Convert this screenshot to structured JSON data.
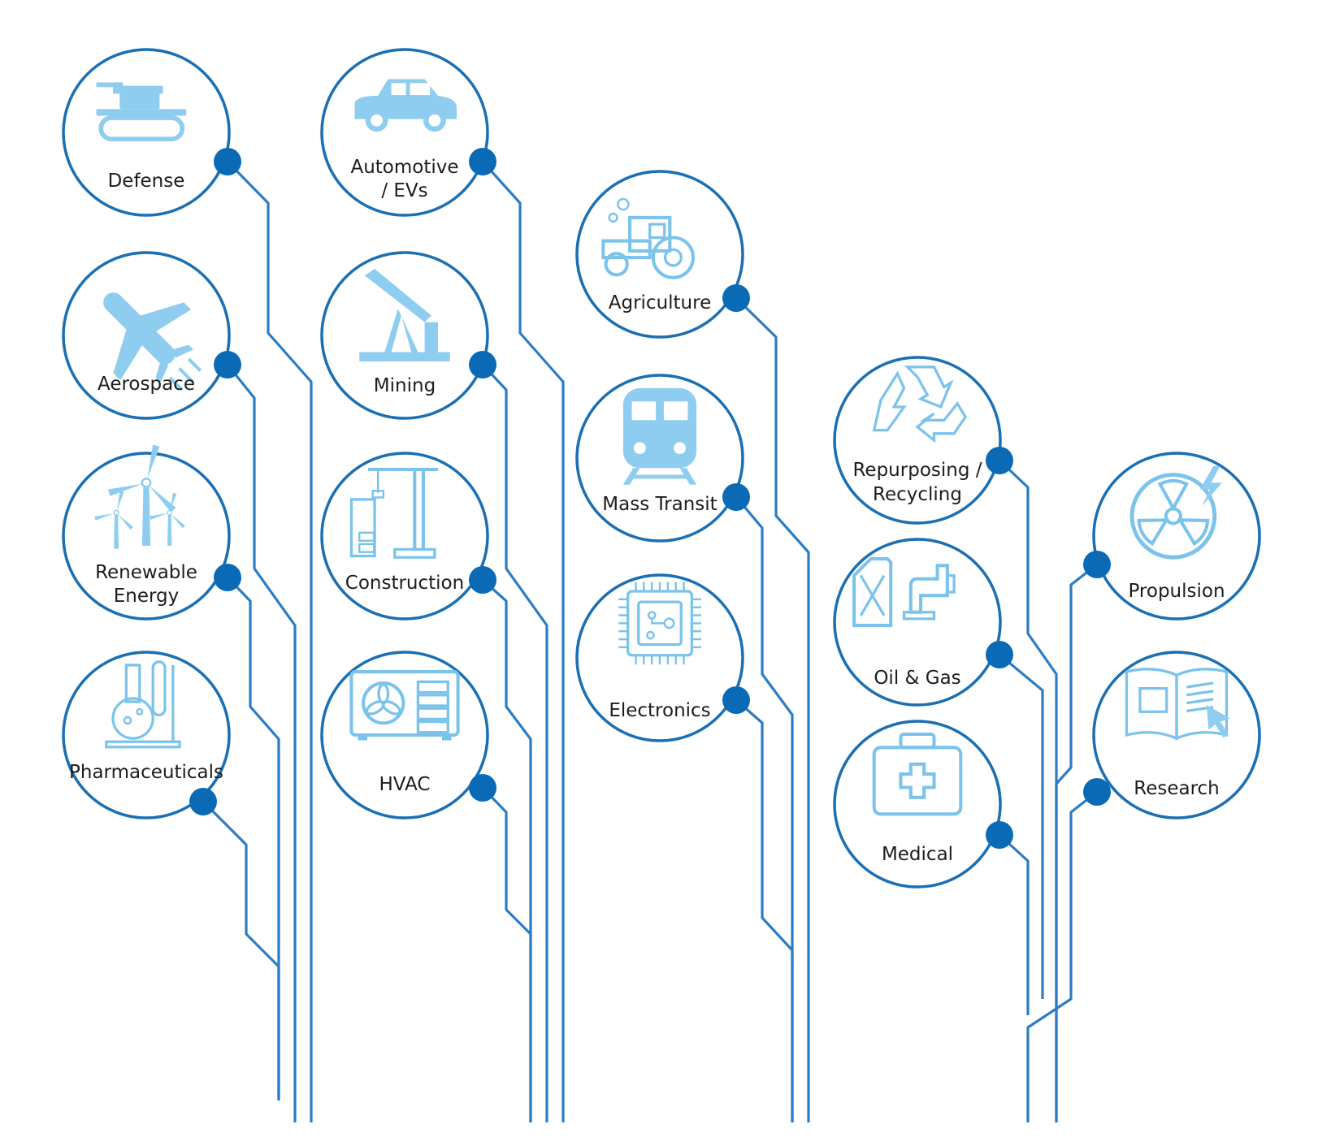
{
  "colors": {
    "ring": "#1b6fb3",
    "dot": "#0a6ab6",
    "trace": "#2b7cc4",
    "icon": "#8fcdf0",
    "icon_stroke": "#7cc3ec",
    "text": "#1d1d1b"
  },
  "nodes": [
    {
      "id": "defense",
      "icon": "tank-icon",
      "lines": [
        "Defense"
      ]
    },
    {
      "id": "aerospace",
      "icon": "airplane-icon",
      "lines": [
        "Aerospace"
      ]
    },
    {
      "id": "renewable-energy",
      "icon": "wind-turbine-icon",
      "lines": [
        "Renewable",
        "Energy"
      ]
    },
    {
      "id": "pharmaceuticals",
      "icon": "lab-flask-icon",
      "lines": [
        "Pharmaceuticals"
      ]
    },
    {
      "id": "automotive-evs",
      "icon": "car-icon",
      "lines": [
        "Automotive",
        "/ EVs"
      ]
    },
    {
      "id": "mining",
      "icon": "oil-pump-icon",
      "lines": [
        "Mining"
      ]
    },
    {
      "id": "construction",
      "icon": "crane-icon",
      "lines": [
        "Construction"
      ]
    },
    {
      "id": "hvac",
      "icon": "air-conditioner-icon",
      "lines": [
        "HVAC"
      ]
    },
    {
      "id": "agriculture",
      "icon": "tractor-icon",
      "lines": [
        "Agriculture"
      ]
    },
    {
      "id": "mass-transit",
      "icon": "train-icon",
      "lines": [
        "Mass Transit"
      ]
    },
    {
      "id": "electronics",
      "icon": "microchip-icon",
      "lines": [
        "Electronics"
      ]
    },
    {
      "id": "repurposing-recycling",
      "icon": "recycle-icon",
      "lines": [
        "Repurposing /",
        "Recycling"
      ]
    },
    {
      "id": "oil-gas",
      "icon": "jerrycan-faucet-icon",
      "lines": [
        "Oil & Gas"
      ]
    },
    {
      "id": "medical",
      "icon": "first-aid-kit-icon",
      "lines": [
        "Medical"
      ]
    },
    {
      "id": "propulsion",
      "icon": "fan-bolt-icon",
      "lines": [
        "Propulsion"
      ]
    },
    {
      "id": "research",
      "icon": "open-book-cursor-icon",
      "lines": [
        "Research"
      ]
    }
  ]
}
